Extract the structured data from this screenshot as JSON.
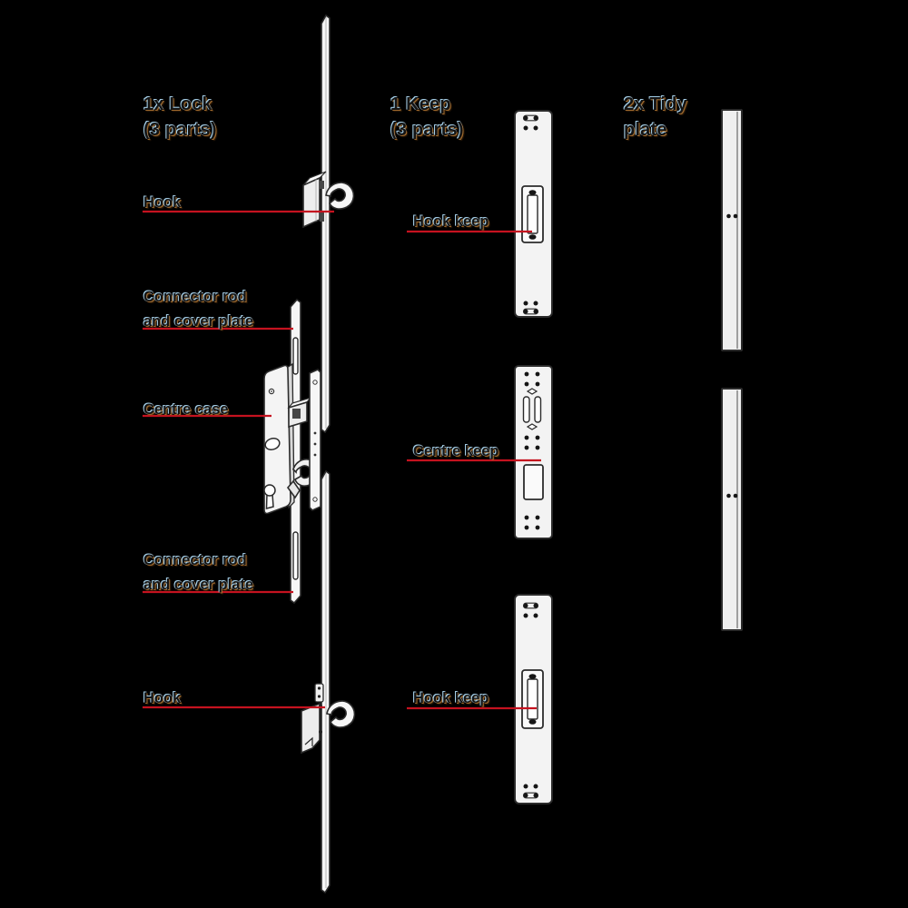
{
  "headers": {
    "lock": {
      "line1": "1x Lock",
      "line2": "(3 parts)"
    },
    "keep": {
      "line1": "1 Keep",
      "line2": "(3 parts)"
    },
    "tidy": {
      "line1": "2x Tidy",
      "line2": "plate"
    }
  },
  "labels": {
    "hook_top": "Hook",
    "connector_top": {
      "line1": "Connector rod",
      "line2": "and cover plate"
    },
    "centre_case": "Centre case",
    "connector_bottom": {
      "line1": "Connector rod",
      "line2": "and cover plate"
    },
    "hook_bottom": "Hook",
    "hook_keep_top": "Hook keep",
    "centre_keep": "Centre keep",
    "hook_keep_bottom": "Hook keep"
  },
  "colors": {
    "background": "#000000",
    "leader_line": "#c5121f",
    "plate_fill": "#f3f3f3",
    "outline": "#2b2b2b",
    "text": "#141414"
  }
}
